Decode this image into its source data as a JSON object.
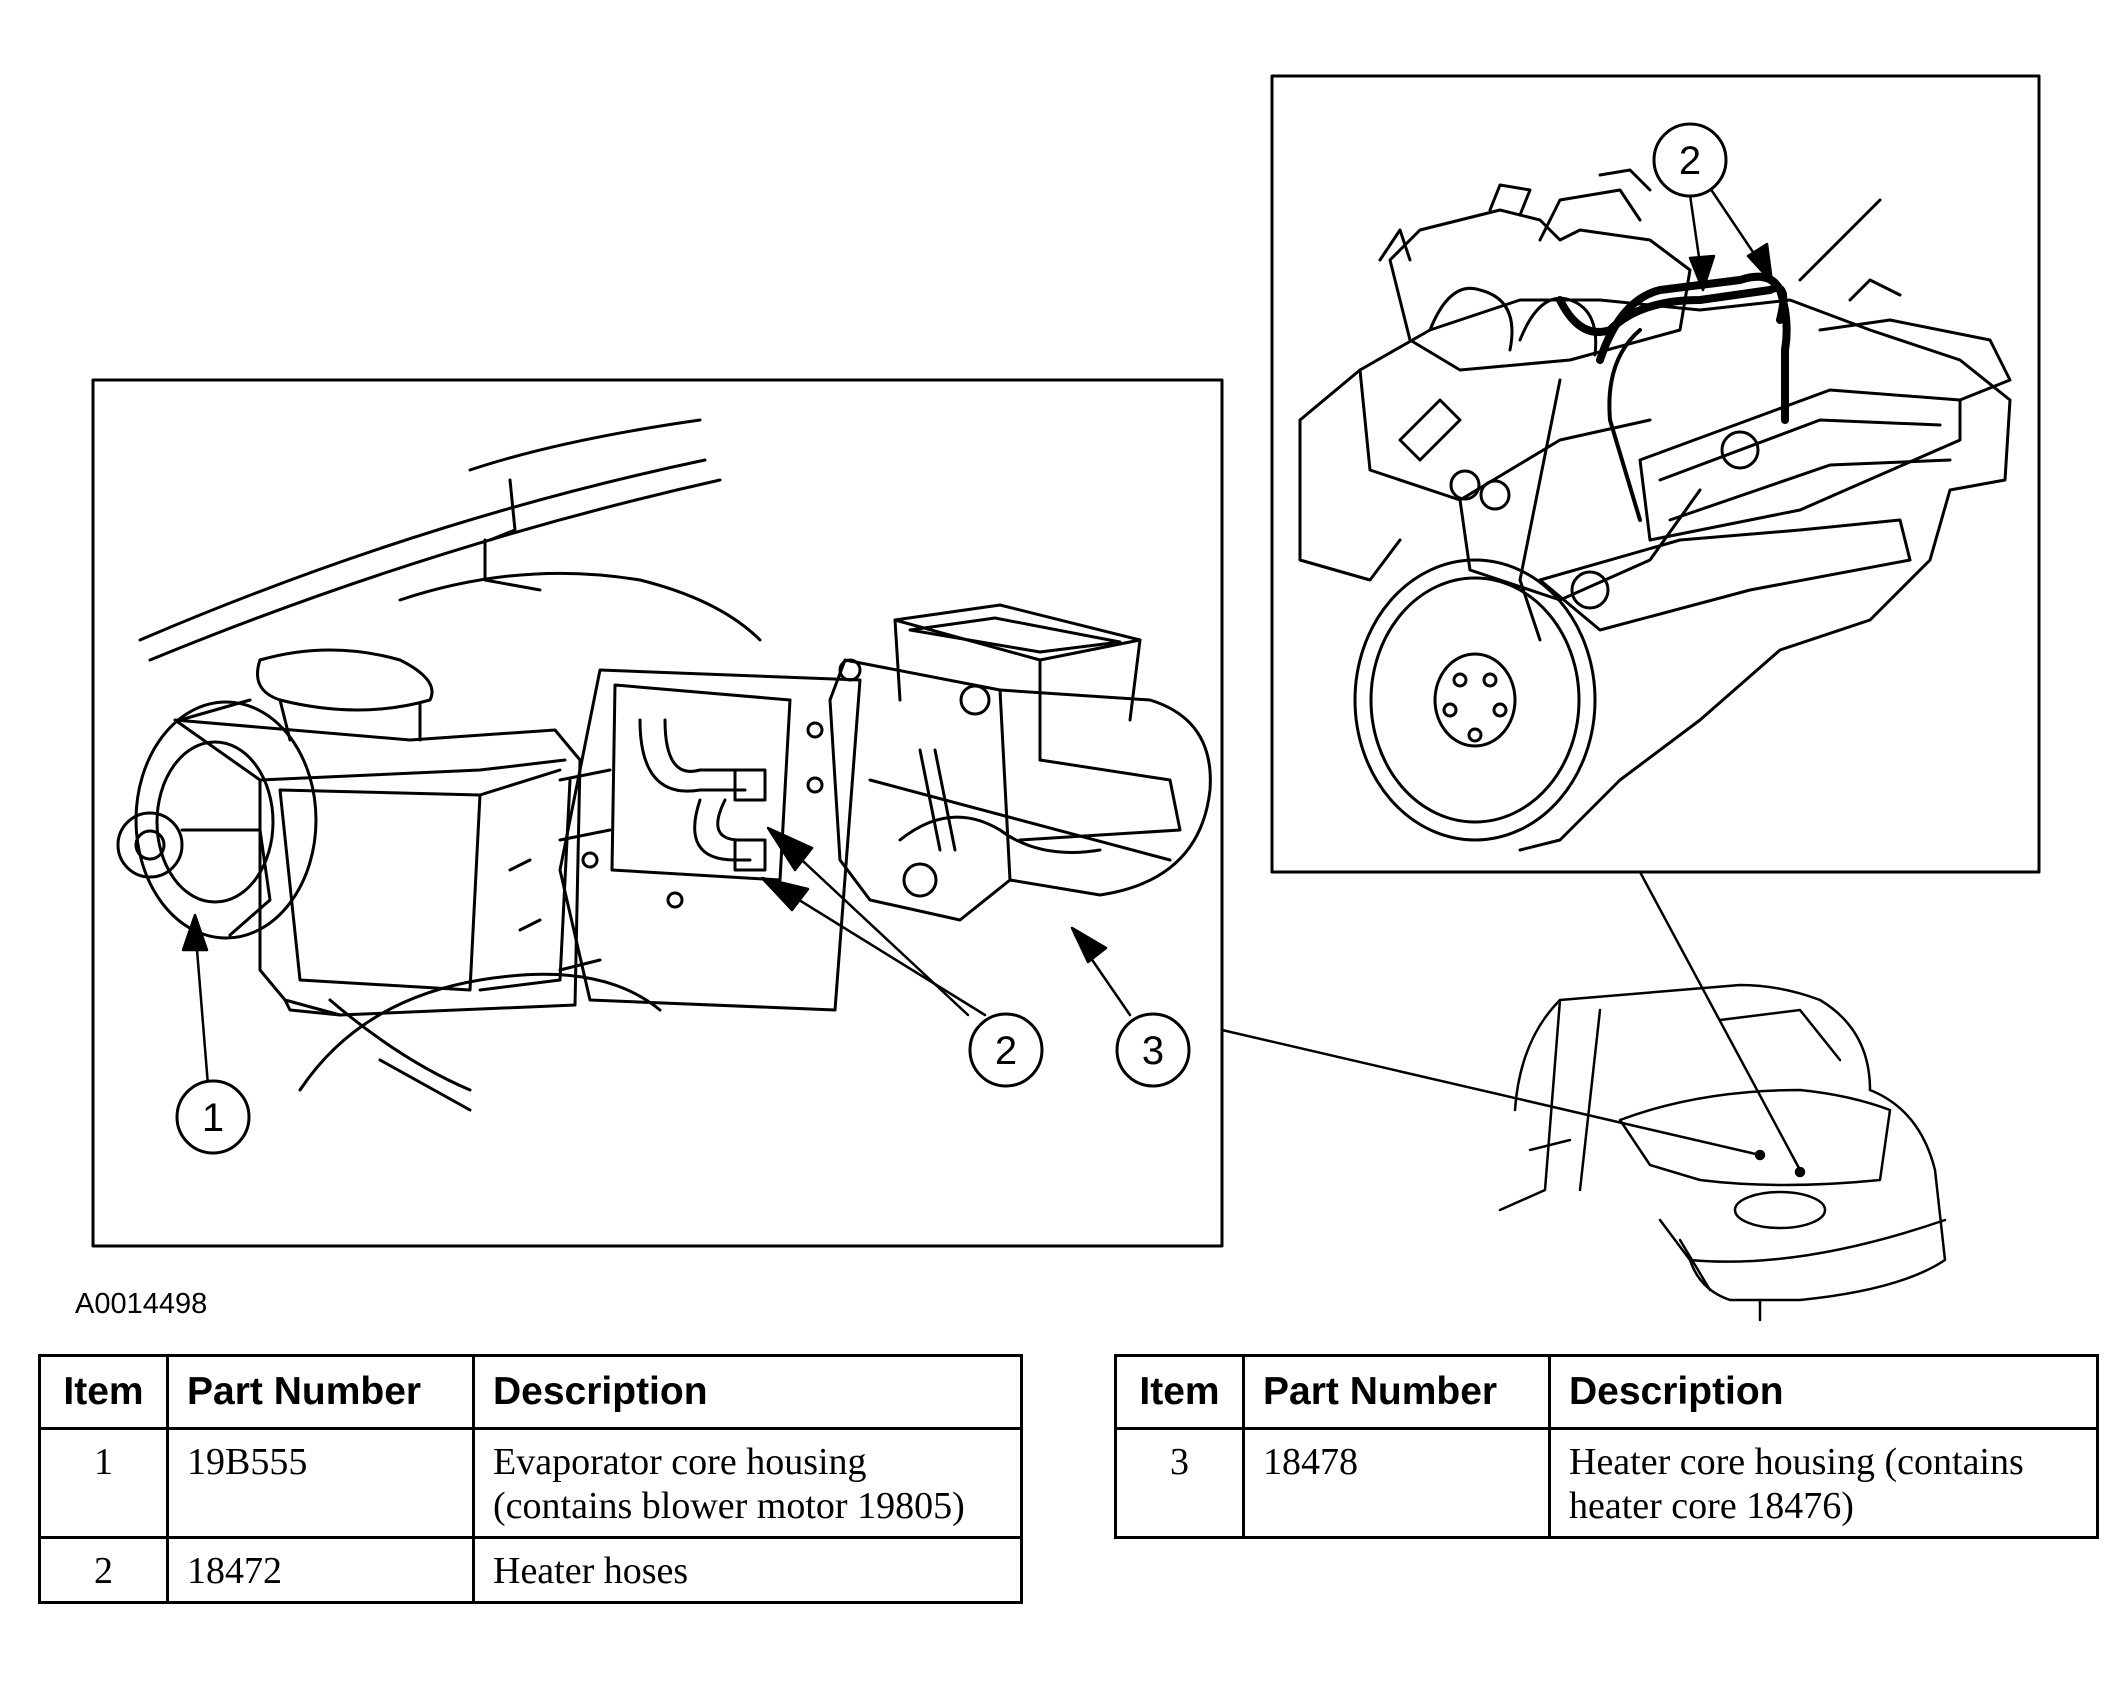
{
  "figure_id": "A0014498",
  "callouts": {
    "evaporator": "1",
    "hoses": "2",
    "heater_housing": "3",
    "engine_hoses": "2"
  },
  "legend_left": {
    "headers": {
      "item": "Item",
      "part": "Part Number",
      "desc": "Description"
    },
    "rows": [
      {
        "item": "1",
        "part": "19B555",
        "desc": "Evaporator core housing (contains blower motor 19805)"
      },
      {
        "item": "2",
        "part": "18472",
        "desc": "Heater hoses"
      }
    ]
  },
  "legend_right": {
    "headers": {
      "item": "Item",
      "part": "Part Number",
      "desc": "Description"
    },
    "rows": [
      {
        "item": "3",
        "part": "18478",
        "desc": "Heater core housing (contains heater core 18476)"
      }
    ]
  }
}
